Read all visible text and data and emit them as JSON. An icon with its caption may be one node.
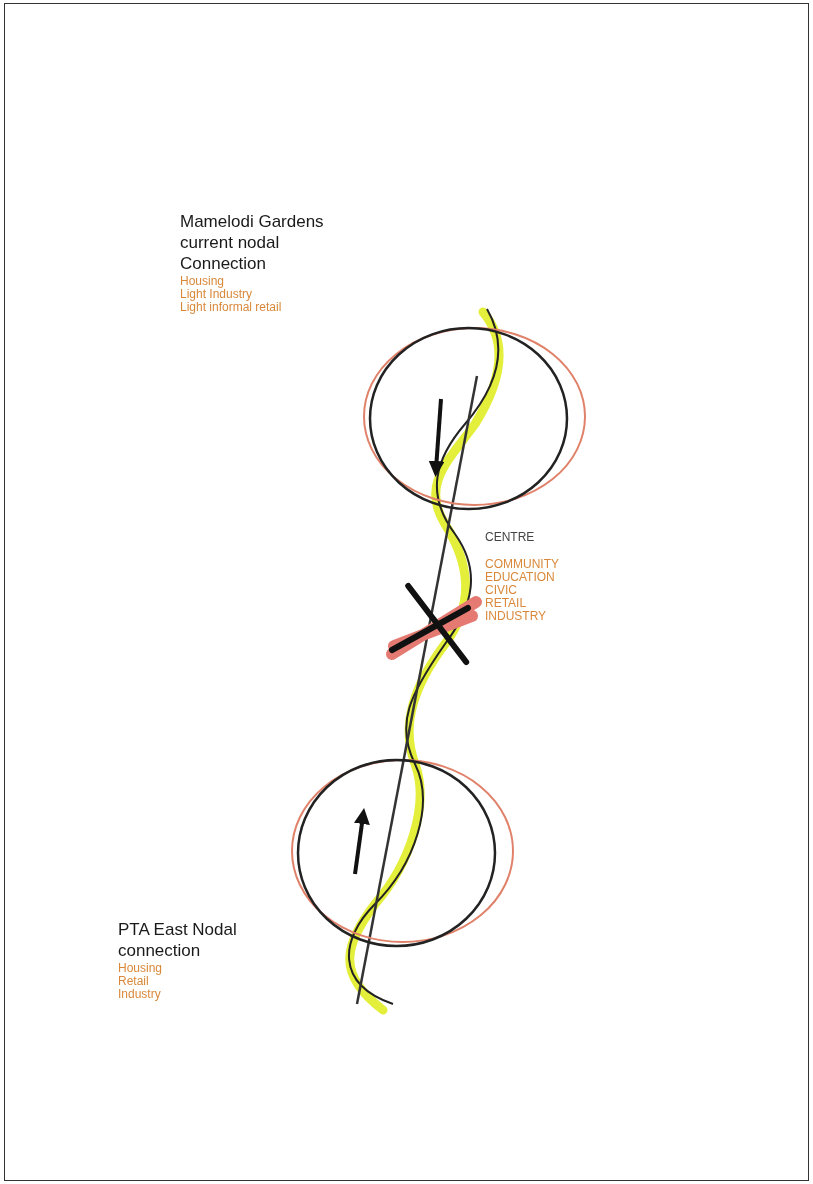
{
  "diagram": {
    "nodes": [
      {
        "text": [],
        "shape": "circle",
        "beside": [
          "Mamelodi Gardens current nodal Connection",
          "Housing",
          "Light Industry",
          "Light informal retail"
        ]
      },
      {
        "text": [],
        "shape": "cross",
        "beside": [
          "CENTRE",
          "COMMUNITY",
          "EDUCATION",
          "CIVIC",
          "RETAIL",
          "INDUSTRY"
        ]
      },
      {
        "text": [],
        "shape": "circle",
        "beside": [
          "PTA East Nodal connection",
          "Housing",
          "Retail",
          "Industry"
        ]
      }
    ]
  }
}
